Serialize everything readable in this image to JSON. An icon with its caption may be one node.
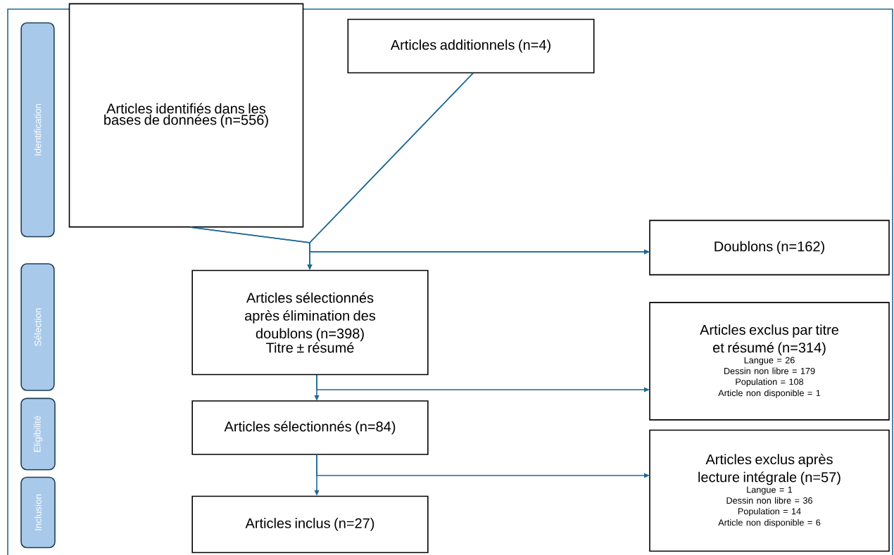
{
  "diagram": {
    "nodes": [
      {
        "text": [
          "Articles identifiés dans les bases de données (n=556)"
        ]
      },
      {
        "text": [
          "Articles additionnels (n=4)"
        ]
      },
      {
        "text": [
          "Doublons (n=162)"
        ]
      },
      {
        "text": [
          "Articles sélectionnés après élimination des doublons (n=398)",
          "Titre ± résumé"
        ]
      },
      {
        "text": [
          "Articles exclus par titre et résumé (n=314)",
          "Langue = 26",
          "Dessin non libre = 179",
          "Population = 108",
          "Article non disponible = 1"
        ]
      },
      {
        "text": [
          "Articles sélectionnés (n=84)"
        ]
      },
      {
        "text": [
          "Articles exclus après lecture intégrale (n=57)",
          "Langue = 1",
          "Dessin non libre = 36",
          "Population = 14",
          "Article non disponible = 6"
        ]
      },
      {
        "text": [
          "Articles inclus (n=27)"
        ]
      },
      {
        "text": [
          "Identification"
        ]
      },
      {
        "text": [
          "Sélection"
        ]
      },
      {
        "text": [
          "Eligibilité"
        ]
      },
      {
        "text": [
          "Inclusion"
        ]
      }
    ],
    "edges": [
      {
        "from": 0,
        "to": 3,
        "arrow": "to"
      },
      {
        "from": 1,
        "to": 3,
        "arrow": "to"
      },
      {
        "from": 0,
        "to": 2,
        "arrow": "to"
      },
      {
        "from": 1,
        "to": 2,
        "arrow": "to"
      },
      {
        "from": 3,
        "to": 5,
        "arrow": "to"
      },
      {
        "from": 3,
        "to": 4,
        "arrow": "to"
      },
      {
        "from": 5,
        "to": 7,
        "arrow": "to"
      },
      {
        "from": 5,
        "to": 6,
        "arrow": "to"
      }
    ]
  }
}
